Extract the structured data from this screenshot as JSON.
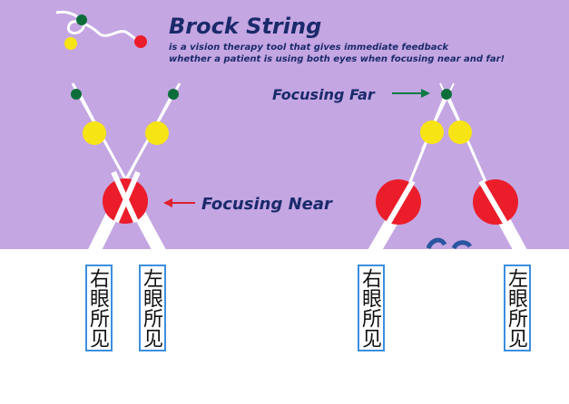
{
  "header": {
    "title": "Brock String",
    "subtitle_line1": "is a vision therapy tool that gives immediate feedback",
    "subtitle_line2": "whether a patient is using both eyes when focusing near and far!"
  },
  "annotations": {
    "focusing_near": "Focusing Near",
    "focusing_far": "Focusing Far"
  },
  "eye_labels": [
    "右眼所见",
    "左眼所见",
    "右眼所见",
    "左眼所见"
  ],
  "colors": {
    "panel_background": "#c4a6e2",
    "string": "#ffffff",
    "bead_red": "#ec1d2a",
    "bead_yellow": "#f7e414",
    "bead_green": "#0b6e3a",
    "text_dark": "#1a2a6b",
    "arrow_red": "#e0202a",
    "arrow_green": "#0f7a45",
    "label_border": "#3b8fe0"
  }
}
